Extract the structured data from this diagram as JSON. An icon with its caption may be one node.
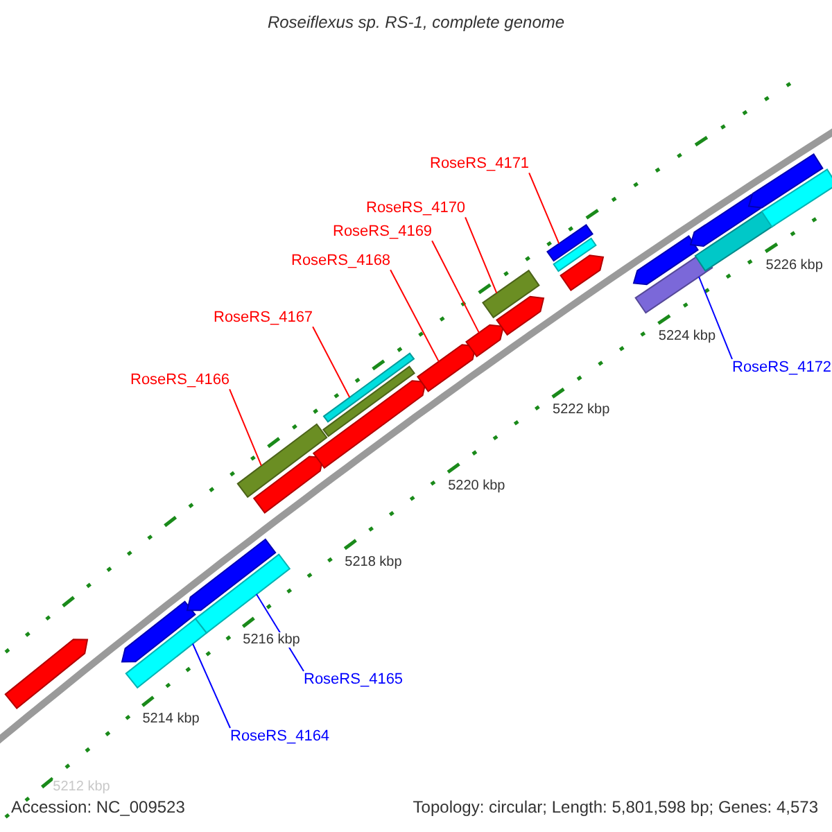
{
  "diagram": {
    "title": "Roseiflexus sp. RS-1, complete genome",
    "nodes": [
      {
        "text": [
          "RoseRS_4171"
        ]
      },
      {
        "text": [
          "RoseRS_4170"
        ]
      },
      {
        "text": [
          "RoseRS_4169"
        ]
      },
      {
        "text": [
          "RoseRS_4168"
        ]
      },
      {
        "text": [
          "RoseRS_4167"
        ]
      },
      {
        "text": [
          "RoseRS_4166"
        ]
      },
      {
        "text": [
          "RoseRS_4172"
        ]
      },
      {
        "text": [
          "RoseRS_4165"
        ]
      },
      {
        "text": [
          "RoseRS_4164"
        ]
      },
      {
        "text": [],
        "shape": "arrow"
      },
      {
        "text": [],
        "shape": "arrow"
      },
      {
        "text": [],
        "shape": "bar"
      },
      {
        "text": [],
        "shape": "arrow"
      },
      {
        "text": [],
        "shape": "bar"
      },
      {
        "text": [],
        "shape": "bar"
      },
      {
        "text": [],
        "shape": "arrow"
      },
      {
        "text": [],
        "shape": "bar"
      },
      {
        "text": [],
        "shape": "arrow"
      },
      {
        "text": [],
        "shape": "bar"
      },
      {
        "text": [],
        "shape": "arrow"
      },
      {
        "text": [],
        "shape": "arrow"
      },
      {
        "text": [],
        "shape": "bar"
      },
      {
        "text": [],
        "shape": "arrow"
      },
      {
        "text": [],
        "shape": "bar"
      },
      {
        "text": [],
        "shape": "bar"
      },
      {
        "text": [],
        "shape": "arrow"
      },
      {
        "text": [],
        "shape": "arrow"
      },
      {
        "text": [],
        "shape": "bar"
      },
      {
        "text": [],
        "shape": "arrow"
      },
      {
        "text": [],
        "shape": "bar"
      },
      {
        "text": [],
        "shape": "arrow"
      },
      {
        "text": [],
        "shape": "bar"
      }
    ],
    "edges": [
      {
        "from": 0,
        "to": 23,
        "arrow": "none"
      },
      {
        "from": 1,
        "to": 21,
        "arrow": "none"
      },
      {
        "from": 2,
        "to": 20,
        "arrow": "none"
      },
      {
        "from": 3,
        "to": 19,
        "arrow": "none"
      },
      {
        "from": 4,
        "to": 16,
        "arrow": "none"
      },
      {
        "from": 5,
        "to": 14,
        "arrow": "none"
      },
      {
        "from": 6,
        "to": 27,
        "arrow": "none",
        "color": "#0000ff"
      },
      {
        "from": 7,
        "to": 13,
        "arrow": "none",
        "color": "#0000ff"
      },
      {
        "from": 8,
        "to": 11,
        "arrow": "none",
        "color": "#0000ff"
      }
    ],
    "labels": [
      "5212 kbp",
      "5214 kbp",
      "5216 kbp",
      "5218 kbp",
      "5220 kbp",
      "5222 kbp",
      "5224 kbp",
      "5226 kbp",
      "Accession: NC_009523",
      "Topology: circular; Length: 5,801,598 bp; Genes: 4,573"
    ]
  }
}
